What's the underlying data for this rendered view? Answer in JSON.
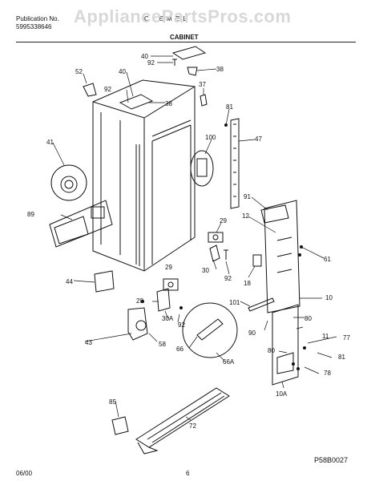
{
  "header": {
    "publication_label": "Publication No.",
    "publication_number": "5995338646",
    "model_code": "C L E M E L",
    "watermark": "AppliancePartsPros.com",
    "section_title": "CABINET"
  },
  "footer": {
    "date": "06/00",
    "page": "6",
    "drawing_code": "P58B0027"
  },
  "part_labels": {
    "p40a": "40",
    "p92a": "92",
    "p38a": "38",
    "p52": "52",
    "p40b": "40",
    "p92b": "92",
    "p38b": "38",
    "p37": "37",
    "p81a": "81",
    "p41": "41",
    "p100": "100",
    "p47": "47",
    "p89": "89",
    "p91": "91",
    "p12": "12",
    "p29a": "29",
    "p61": "61",
    "p29b": "29",
    "p30": "30",
    "p92c": "92",
    "p18": "18",
    "p44": "44",
    "p10": "10",
    "p28": "28",
    "p101": "101",
    "p30a": "30A",
    "p92d": "92",
    "p80a": "80",
    "p90": "90",
    "p11": "11",
    "p77": "77",
    "p43": "43",
    "p58": "58",
    "p66": "66",
    "p66a": "66A",
    "p80b": "80",
    "p81b": "81",
    "p78": "78",
    "p10a": "10A",
    "p85": "85",
    "p72": "72"
  }
}
